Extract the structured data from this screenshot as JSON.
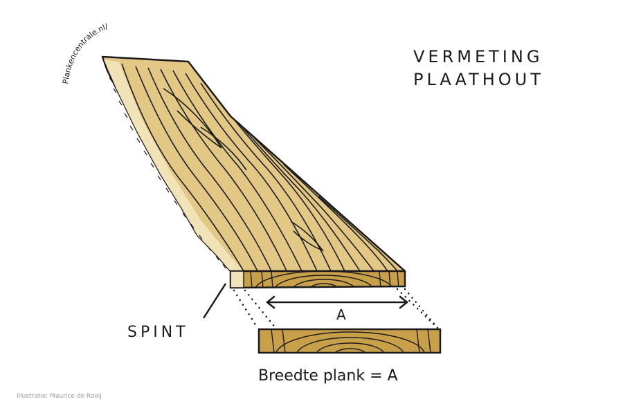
{
  "title": {
    "line1": "VERMETING",
    "line2": "PLAATHOUT"
  },
  "watermark": "Plankencentrale.nl/",
  "labels": {
    "spint": "SPINT",
    "dimension": "A",
    "width_formula": "Breedte plank = A"
  },
  "credit": "Illustratie: Maurice de Rooij",
  "colors": {
    "wood_top": "#e2c785",
    "wood_end": "#c9a04a",
    "sapwood": "#f2e2b8",
    "ink": "#1a1a1a"
  }
}
